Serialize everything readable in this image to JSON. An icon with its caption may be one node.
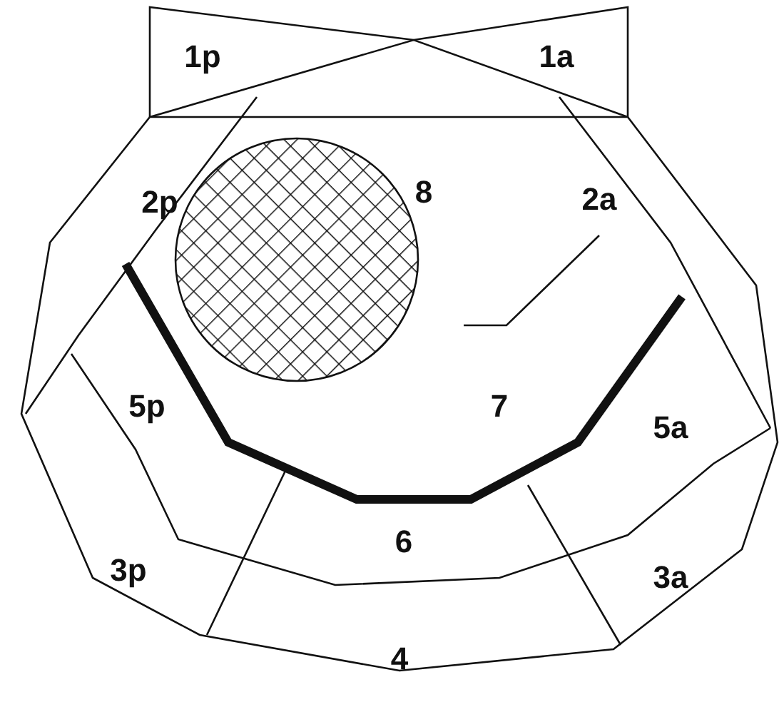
{
  "diagram": {
    "labels": [
      "1p",
      "1a",
      "2p",
      "8",
      "2a",
      "7",
      "5p",
      "5a",
      "6",
      "3p",
      "3a",
      "4"
    ]
  }
}
